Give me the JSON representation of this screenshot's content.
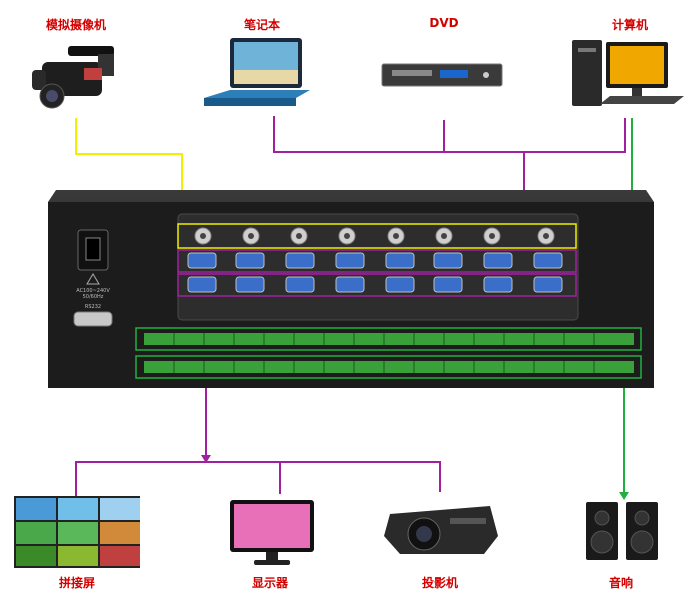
{
  "sources": {
    "camera": "模拟摄像机",
    "laptop": "笔记本",
    "dvd": "DVD",
    "computer": "计算机"
  },
  "outputs": {
    "video_wall": "拼接屏",
    "monitor": "显示器",
    "projector": "投影机",
    "speakers": "音响"
  },
  "panel": {
    "power_text_1": "AC100~240V",
    "power_text_2": "50/60Hz",
    "serial_label": "RS232"
  },
  "wire_colors": {
    "yellow": "#f0f000",
    "magenta": "#a020a0",
    "green": "#20b040"
  }
}
